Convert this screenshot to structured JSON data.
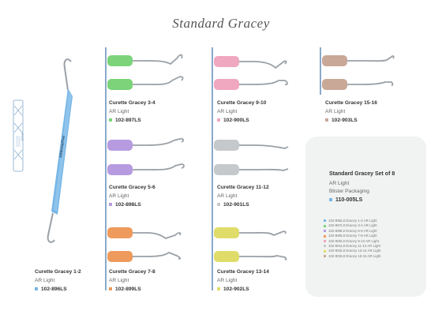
{
  "title": "Standard Gracey",
  "colors": {
    "blue": "#77b6e6",
    "green": "#7cd37a",
    "pink": "#f0a7c0",
    "tan": "#c9a898",
    "purple": "#b69be0",
    "grey": "#c6c9cb",
    "orange": "#ee9a5c",
    "yellow": "#e0dc6a"
  },
  "products": [
    {
      "name": "Curette Gracey 1-2",
      "line": "AR Light",
      "code": "102-896LS",
      "color": "#77b6e6"
    },
    {
      "name": "Curette Gracey 3-4",
      "line": "AR Light",
      "code": "102-897LS",
      "color": "#7cd37a"
    },
    {
      "name": "Curette Gracey 5-6",
      "line": "AR Light",
      "code": "102-898LS",
      "color": "#b69be0"
    },
    {
      "name": "Curette Gracey 7-8",
      "line": "AR Light",
      "code": "102-899LS",
      "color": "#ee9a5c"
    },
    {
      "name": "Curette Gracey 9-10",
      "line": "AR Light",
      "code": "102-900LS",
      "color": "#f0a7c0"
    },
    {
      "name": "Curette Gracey 11-12",
      "line": "AR Light",
      "code": "102-901LS",
      "color": "#c6c9cb"
    },
    {
      "name": "Curette Gracey 13-14",
      "line": "AR Light",
      "code": "102-902LS",
      "color": "#e0dc6a"
    },
    {
      "name": "Curette Gracey 15-16",
      "line": "AR Light",
      "code": "102-903LS",
      "color": "#c9a898"
    }
  ],
  "set": {
    "title": "Standard Gracey Set of 8",
    "line": "AR Light",
    "packaging": "Blister Packaging",
    "code": "110-005LS",
    "color": "#77b6e6",
    "items": [
      {
        "code": "102-896LS",
        "desc": "Gracey 1-2 AR Light",
        "color": "#77b6e6"
      },
      {
        "code": "102-897LS",
        "desc": "Gracey 3-4 AR Light",
        "color": "#7cd37a"
      },
      {
        "code": "102-898LS",
        "desc": "Gracey 5-6 AR Light",
        "color": "#b69be0"
      },
      {
        "code": "102-899LS",
        "desc": "Gracey 7-8 AR Light",
        "color": "#ee9a5c"
      },
      {
        "code": "102-900LS",
        "desc": "Gracey 9-10 AR Light",
        "color": "#f0a7c0"
      },
      {
        "code": "102-901LS",
        "desc": "Gracey 11-12 AR Light",
        "color": "#c6c9cb"
      },
      {
        "code": "102-902LS",
        "desc": "Gracey 13-14 AR Light",
        "color": "#e0dc6a"
      },
      {
        "code": "102-903LS",
        "desc": "Gracey 15-16 AR Light",
        "color": "#c9a898"
      }
    ]
  },
  "ruler": {
    "unit": "10mm"
  },
  "handle_text": "ARdentalTwo"
}
